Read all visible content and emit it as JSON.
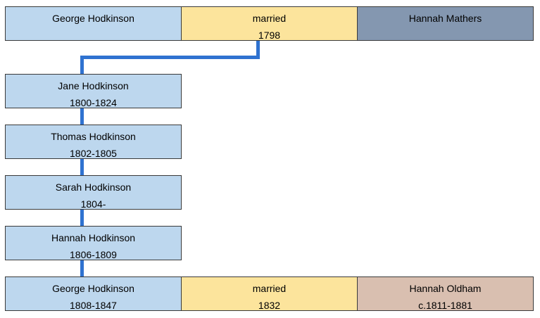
{
  "colors": {
    "person": "#bdd7ee",
    "married": "#fce49c",
    "spouse_top": "#8497b0",
    "spouse_bottom": "#d9bfb0",
    "connector": "#2f72d0",
    "border": "#3a3a3a"
  },
  "top_couple": {
    "husband": {
      "name": "George Hodkinson"
    },
    "marriage": {
      "label": "married",
      "year": "1798"
    },
    "wife": {
      "name": "Hannah Mathers"
    }
  },
  "children": [
    {
      "name": "Jane Hodkinson",
      "dates": "1800-1824"
    },
    {
      "name": "Thomas Hodkinson",
      "dates": "1802-1805"
    },
    {
      "name": "Sarah Hodkinson",
      "dates": "1804-"
    },
    {
      "name": "Hannah Hodkinson",
      "dates": "1806-1809"
    }
  ],
  "bottom_couple": {
    "husband": {
      "name": "George Hodkinson",
      "dates": "1808-1847"
    },
    "marriage": {
      "label": "married",
      "year": "1832"
    },
    "wife": {
      "name": "Hannah Oldham",
      "dates": "c.1811-1881"
    }
  }
}
